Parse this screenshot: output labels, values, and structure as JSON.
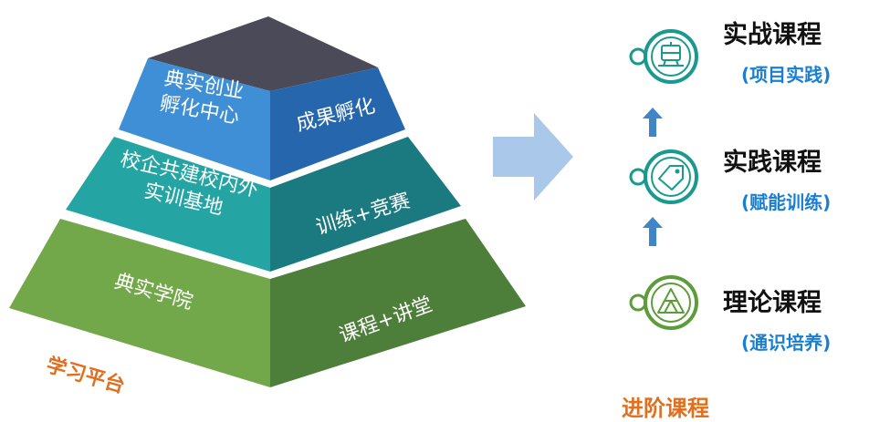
{
  "pyramid": {
    "top_left": "典实创业\n孵化中心",
    "top_right": "成果孵化",
    "middle_left": "校企共建校内外\n实训基地",
    "middle_right": "训练+竞赛",
    "bottom_left": "典实学院",
    "bottom_right": "课程+讲堂",
    "platform_label": "学习平台"
  },
  "courses": [
    {
      "title": "实战课程",
      "subtitle": "(项目实践)",
      "icon": "train-icon"
    },
    {
      "title": "实践课程",
      "subtitle": "(赋能训练)",
      "icon": "tag-icon"
    },
    {
      "title": "理论课程",
      "subtitle": "(通识培养)",
      "icon": "triangle-icon"
    }
  ],
  "progression_label": "进阶课程",
  "colors": {
    "top_left": "#3f8fd6",
    "top_right": "#2566ad",
    "top_cap": "#4a4a58",
    "middle_left": "#24a5a3",
    "middle_right": "#1b7a7f",
    "bottom_left": "#73a84a",
    "bottom_right": "#4d7f3b",
    "icon_teal": "#1a9a8f",
    "icon_green": "#5c9c3a",
    "arrow_blue": "#3e86c7",
    "subtitle_blue": "#1b7fd1",
    "orange": "#e0701f",
    "big_arrow": "#aac8ea"
  }
}
